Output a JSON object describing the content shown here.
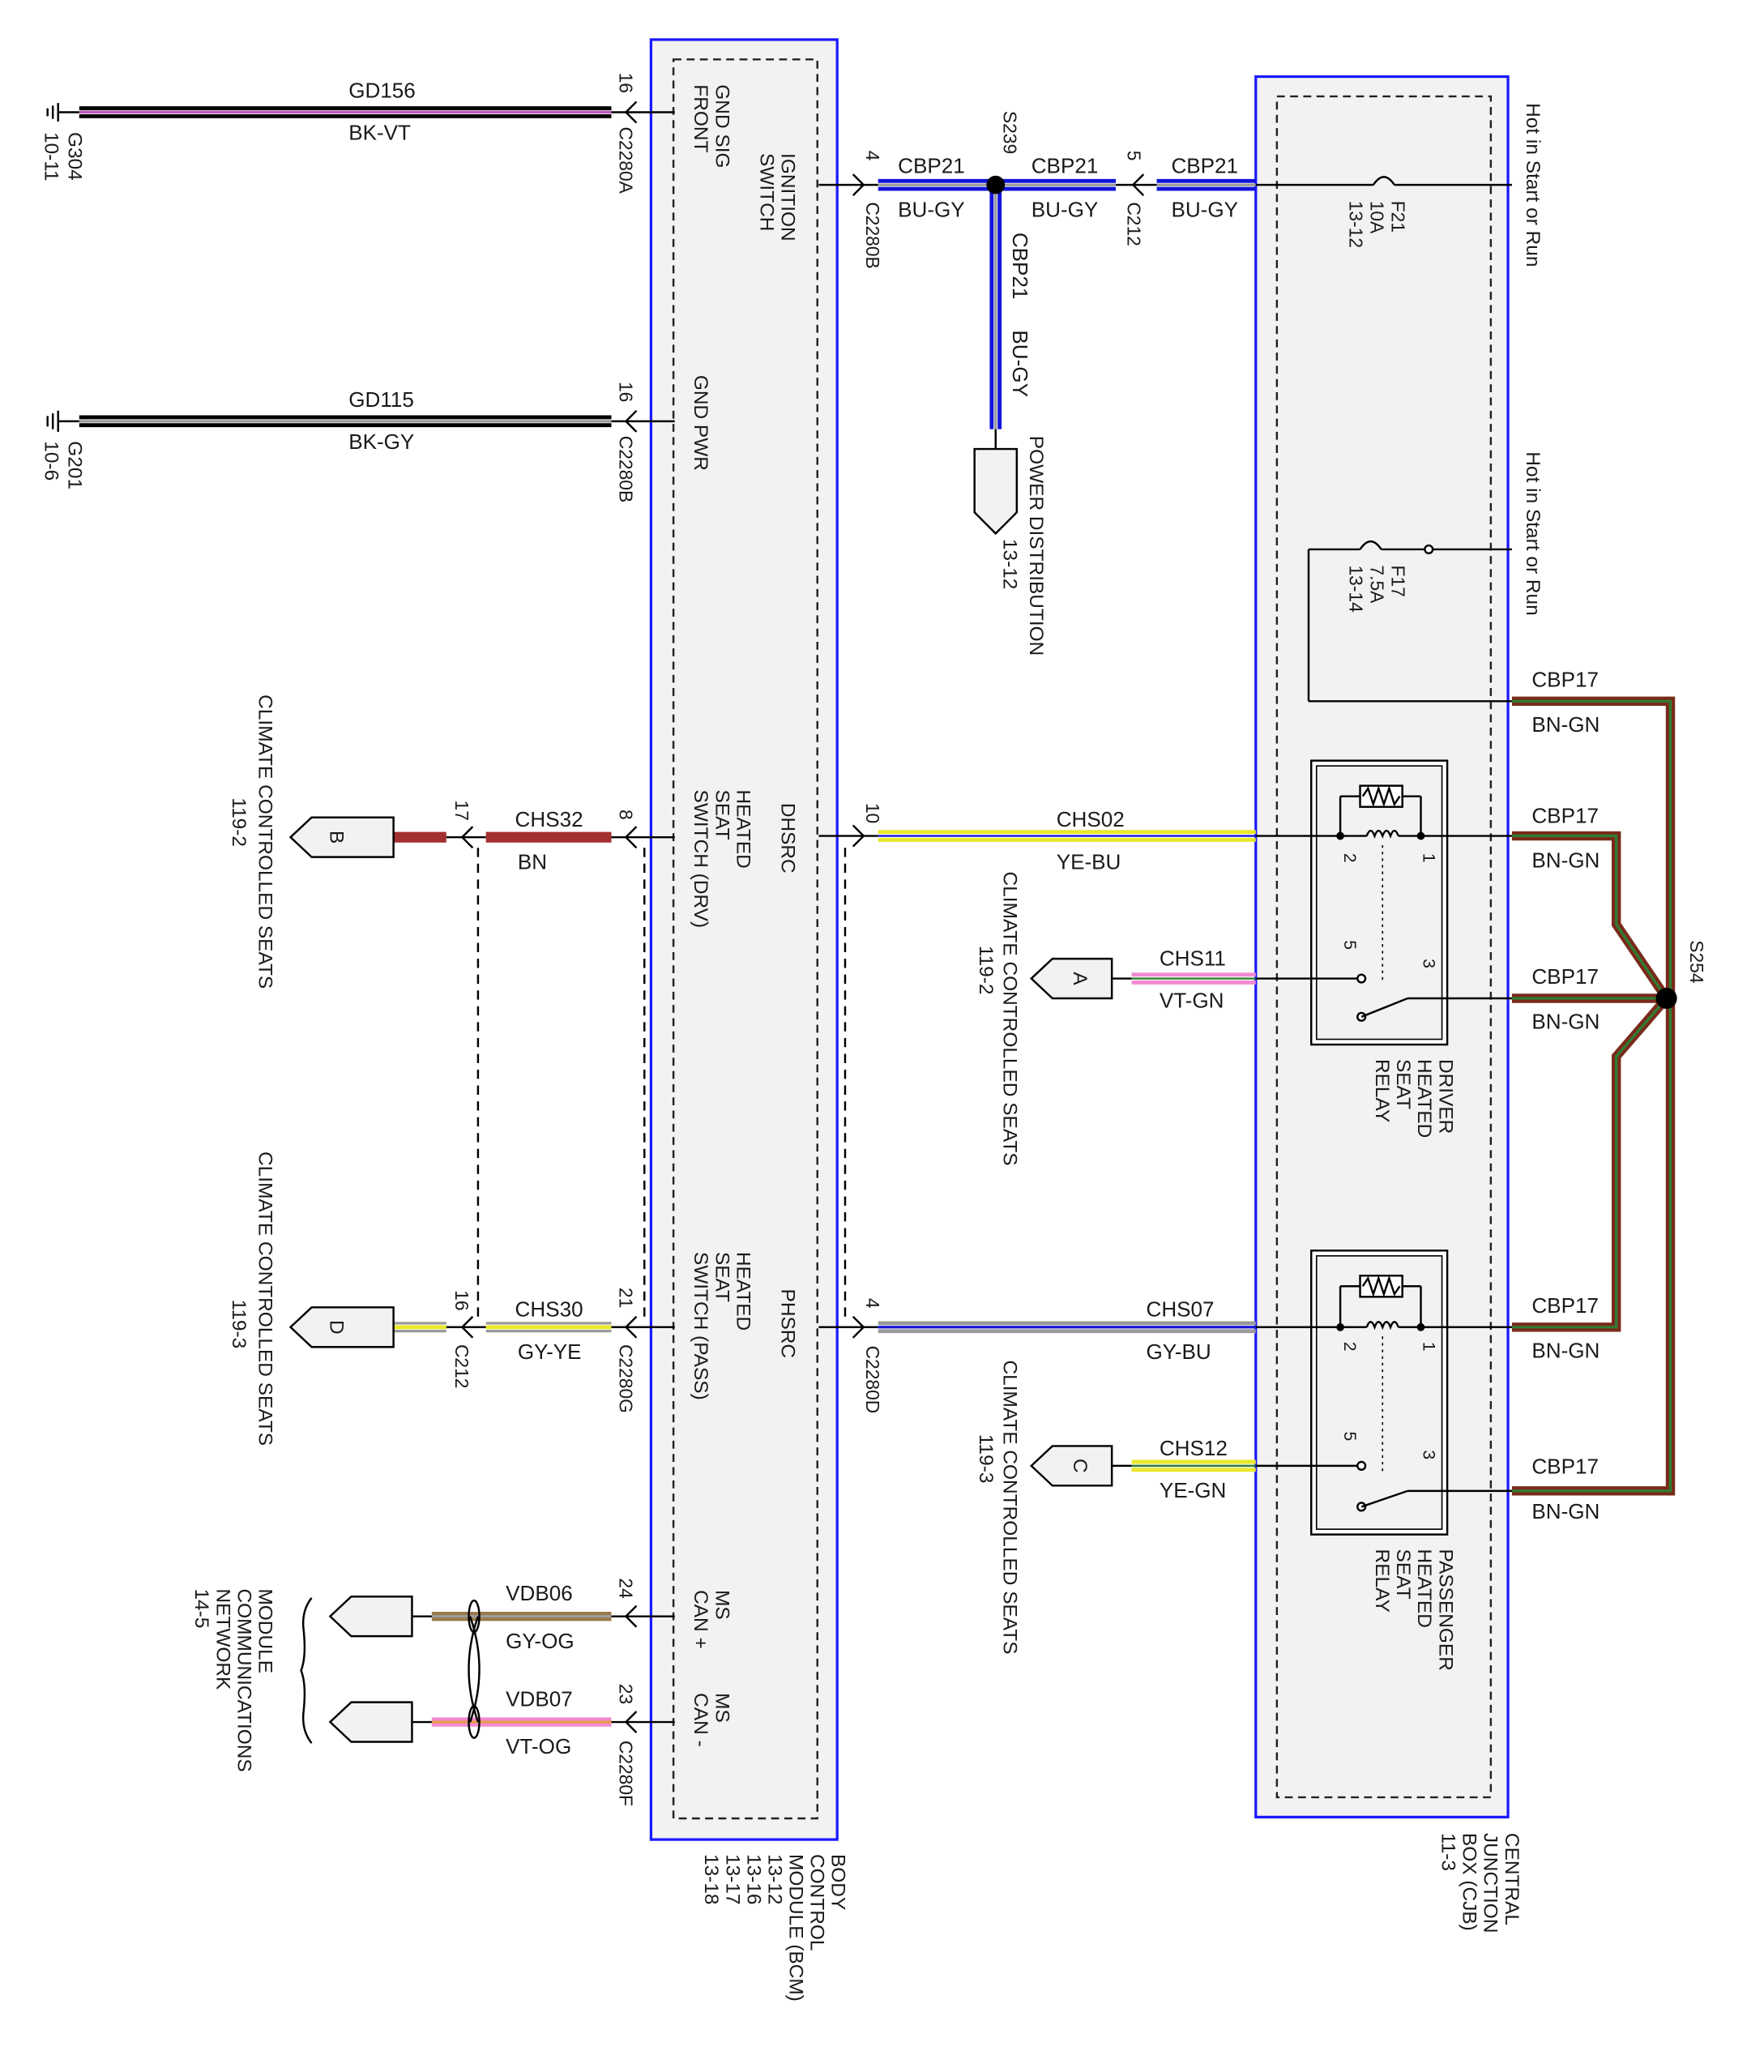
{
  "colors": {
    "module_border": "#1a1aff",
    "module_fill": "#f2f2f2",
    "wire_black": "#000000",
    "wire_violet": "#c050c0",
    "wire_blue": "#1414dc",
    "wire_gray": "#9a9a9a",
    "wire_brown": "#7a2a1a",
    "wire_green": "#2e7d32",
    "wire_red": "#a33030",
    "wire_yellow": "#e8e82a",
    "wire_pink": "#f28ad0",
    "wire_tan": "#9a7a4a"
  },
  "bcm": {
    "name_lines": [
      "BODY",
      "CONTROL",
      "MODULE (BCM)",
      "13-12",
      "13-16",
      "13-17",
      "13-18"
    ],
    "pins": {
      "gnd_sig": [
        "GND SIG",
        "FRONT"
      ],
      "ignition": [
        "IGNITION",
        "SWITCH"
      ],
      "gnd_pwr": "GND PWR",
      "dhsrc": "DHSRC",
      "heated_drv": [
        "HEATED",
        "SEAT",
        "SWITCH (DRV)"
      ],
      "phsrc": "PHSRC",
      "heated_pass": [
        "HEATED",
        "SEAT",
        "SWITCH (PASS)"
      ],
      "ms_can_plus": [
        "MS",
        "CAN +"
      ],
      "ms_can_minus": [
        "MS",
        "CAN -"
      ]
    }
  },
  "cjb": {
    "name_lines": [
      "CENTRAL",
      "JUNCTION",
      "BOX (CJB)",
      "11-3"
    ],
    "hot1": "Hot in Start or Run",
    "hot2": "Hot in Start or Run",
    "f21": [
      "F21",
      "10A",
      "13-12"
    ],
    "f17": [
      "F17",
      "7.5A",
      "13-14"
    ],
    "drv_relay": [
      "DRIVER",
      "HEATED",
      "SEAT",
      "RELAY"
    ],
    "pass_relay": [
      "PASSENGER",
      "HEATED",
      "SEAT",
      "RELAY"
    ],
    "relay_pins": [
      "1",
      "2",
      "3",
      "5"
    ]
  },
  "grounds": {
    "g304": [
      "G304",
      "10-11"
    ],
    "g201": [
      "G201",
      "10-6"
    ]
  },
  "wires": {
    "gd156": {
      "circuit": "GD156",
      "color": "BK-VT",
      "pin": "16",
      "connector": "C2280A"
    },
    "gd115": {
      "circuit": "GD115",
      "color": "BK-GY",
      "pin": "16",
      "connector": "C2280B"
    },
    "cbp21_a": {
      "circuit": "CBP21",
      "color": "BU-GY",
      "pin": "4",
      "connector": "C2280B"
    },
    "cbp21_b": {
      "circuit": "CBP21",
      "color": "BU-GY",
      "pin": "5",
      "connector": "C212"
    },
    "cbp21_c": {
      "circuit": "CBP21",
      "color": "BU-GY"
    },
    "cbp21_d": {
      "circuit": "CBP21",
      "color": "BU-GY"
    },
    "splice_s239": "S239",
    "splice_s254": "S254",
    "power_dist": [
      "POWER DISTRIBUTION",
      "13-12"
    ],
    "chs32": {
      "circuit": "CHS32",
      "color": "BN",
      "pin_bcm": "8",
      "pin_c212": "17"
    },
    "chs30": {
      "circuit": "CHS30",
      "color": "GY-YE",
      "pin_bcm": "21",
      "pin_c212": "16",
      "connector_bcm": "C2280G",
      "connector_c212": "C212"
    },
    "chs02": {
      "circuit": "CHS02",
      "color": "YE-BU",
      "pin": "10"
    },
    "chs07": {
      "circuit": "CHS07",
      "color": "GY-BU",
      "pin": "4",
      "connector": "C2280D"
    },
    "chs11": {
      "circuit": "CHS11",
      "color": "VT-GN"
    },
    "chs12": {
      "circuit": "CHS12",
      "color": "YE-GN"
    },
    "vdb06": {
      "circuit": "VDB06",
      "color": "GY-OG",
      "pin": "24"
    },
    "vdb07": {
      "circuit": "VDB07",
      "color": "VT-OG",
      "pin": "23",
      "connector": "C2280F"
    },
    "cbp17": [
      {
        "circuit": "CBP17",
        "color": "BN-GN"
      },
      {
        "circuit": "CBP17",
        "color": "BN-GN"
      },
      {
        "circuit": "CBP17",
        "color": "BN-GN"
      },
      {
        "circuit": "CBP17",
        "color": "BN-GN"
      },
      {
        "circuit": "CBP17",
        "color": "BN-GN"
      }
    ]
  },
  "references": {
    "B": {
      "letter": "B",
      "text": "CLIMATE CONTROLLED SEATS",
      "page": "119-2"
    },
    "D": {
      "letter": "D",
      "text": "CLIMATE CONTROLLED SEATS",
      "page": "119-3"
    },
    "A": {
      "letter": "A",
      "text": "CLIMATE CONTROLLED SEATS",
      "page": "119-2"
    },
    "C": {
      "letter": "C",
      "text": "CLIMATE CONTROLLED SEATS",
      "page": "119-3"
    },
    "mcn": [
      "MODULE",
      "COMMUNICATIONS",
      "NETWORK",
      "14-5"
    ]
  }
}
